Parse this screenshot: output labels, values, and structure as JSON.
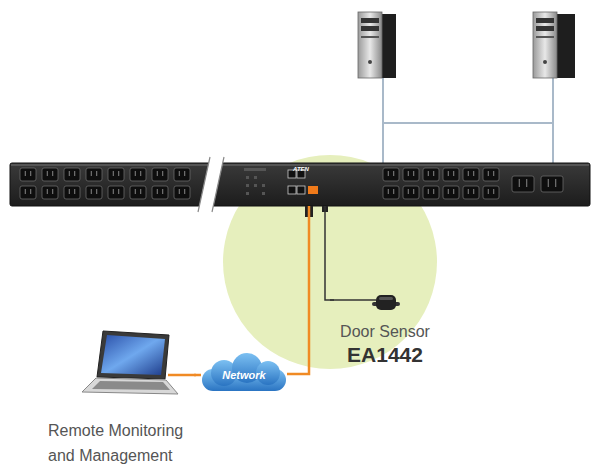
{
  "diagram": {
    "nodes": [
      {
        "text": [
          "ATEN"
        ]
      },
      {
        "text": [
          "Door Sensor",
          "EA1442"
        ]
      },
      {
        "text": [
          "Remote Monitoring and Management"
        ]
      },
      {
        "text": [
          "Network"
        ]
      }
    ],
    "edges": [
      {
        "from": 0,
        "to": 1,
        "arrow": "none"
      },
      {
        "from": 2,
        "to": 3,
        "arrow": "none"
      },
      {
        "from": 3,
        "to": 0,
        "arrow": "none"
      }
    ]
  }
}
